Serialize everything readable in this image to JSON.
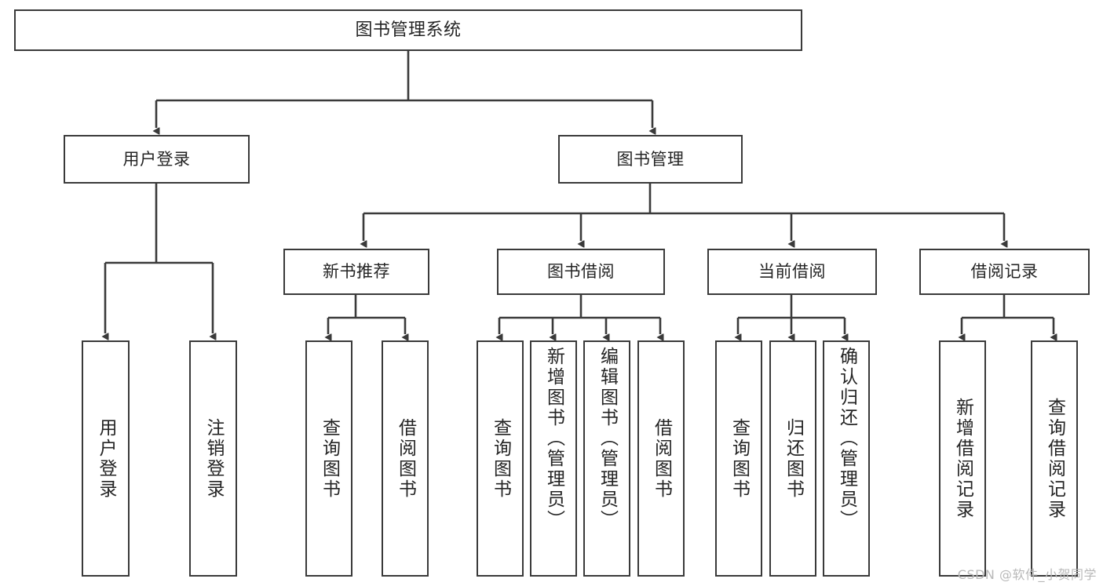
{
  "diagram": {
    "type": "tree",
    "title": "图书管理系统",
    "orientation": "top-down",
    "stroke_color": "#3a3a3a",
    "fill_color": "#ffffff",
    "text_color": "#242424"
  },
  "watermark": {
    "text": "CSDN @软件_小贺同学",
    "color": "#b9b9b9"
  },
  "nodes": {
    "root": {
      "label": "图书管理系统"
    },
    "level1": [
      {
        "id": "user-login",
        "label": "用户登录"
      },
      {
        "id": "book-manage",
        "label": "图书管理"
      }
    ],
    "level2": [
      {
        "id": "new-book-recommend",
        "label": "新书推荐"
      },
      {
        "id": "book-borrow",
        "label": "图书借阅"
      },
      {
        "id": "current-borrow",
        "label": "当前借阅"
      },
      {
        "id": "borrow-record",
        "label": "借阅记录"
      }
    ],
    "leaves": {
      "user-login": [
        {
          "id": "leaf-user-login",
          "label": "用户登录"
        },
        {
          "id": "leaf-logout-login",
          "label": "注销登录"
        }
      ],
      "new-book-recommend": [
        {
          "id": "leaf-query-book-1",
          "label": "查询图书"
        },
        {
          "id": "leaf-borrow-book-1",
          "label": "借阅图书"
        }
      ],
      "book-borrow": [
        {
          "id": "leaf-query-book-2",
          "label": "查询图书"
        },
        {
          "id": "leaf-add-book-admin",
          "label": "新增图书（管理员）"
        },
        {
          "id": "leaf-edit-book-admin",
          "label": "编辑图书（管理员）"
        },
        {
          "id": "leaf-borrow-book-2",
          "label": "借阅图书"
        }
      ],
      "current-borrow": [
        {
          "id": "leaf-query-book-3",
          "label": "查询图书"
        },
        {
          "id": "leaf-return-book",
          "label": "归还图书"
        },
        {
          "id": "leaf-confirm-return-admin",
          "label": "确认归还（管理员）"
        }
      ],
      "borrow-record": [
        {
          "id": "leaf-add-borrow-record",
          "label": "新增借阅记录"
        },
        {
          "id": "leaf-query-borrow-record",
          "label": "查询借阅记录"
        }
      ]
    }
  }
}
